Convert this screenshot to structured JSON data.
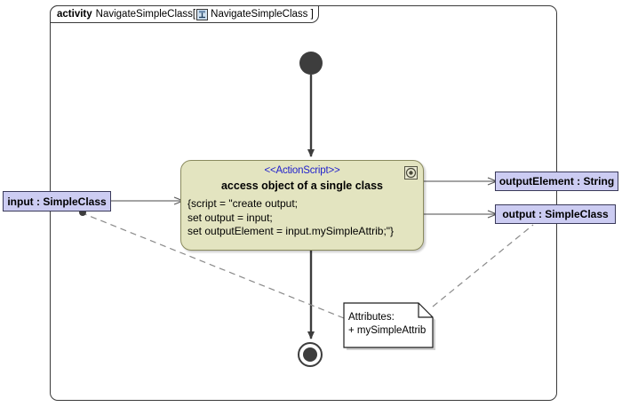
{
  "diagram": {
    "frame": {
      "keyword": "activity",
      "name": "NavigateSimpleClass[",
      "icon": "activity-class-icon",
      "context": "NavigateSimpleClass ]"
    },
    "initial_node_label": "initial-node",
    "final_node_label": "activity-final-node",
    "action": {
      "stereotype": "<<ActionScript>>",
      "title": "access object of a single class",
      "script_lines": [
        "{script = \"create output;",
        "set output = input;",
        "set outputElement = input.mySimpleAttrib;\"}"
      ],
      "badge_icon": "script-badge-icon",
      "fill_color": "#e3e4c0",
      "border_color": "#8a8a5e",
      "stereotype_color": "#2222cc"
    },
    "pins": {
      "input": "input : SimpleClass",
      "output_element": "outputElement : String",
      "output": "output : SimpleClass",
      "fill_color": "#ccccf2",
      "border_color": "#3a3a5a"
    },
    "note": {
      "lines": [
        "Attributes:",
        "+ mySimpleAttrib"
      ]
    },
    "edges": [
      {
        "name": "initial-to-action",
        "style": "solid"
      },
      {
        "name": "action-to-final",
        "style": "solid"
      },
      {
        "name": "input-to-action",
        "style": "solid"
      },
      {
        "name": "action-to-output-element",
        "style": "solid"
      },
      {
        "name": "action-to-output",
        "style": "solid"
      },
      {
        "name": "note-to-input",
        "style": "dashed"
      },
      {
        "name": "note-to-output",
        "style": "dashed"
      }
    ]
  }
}
